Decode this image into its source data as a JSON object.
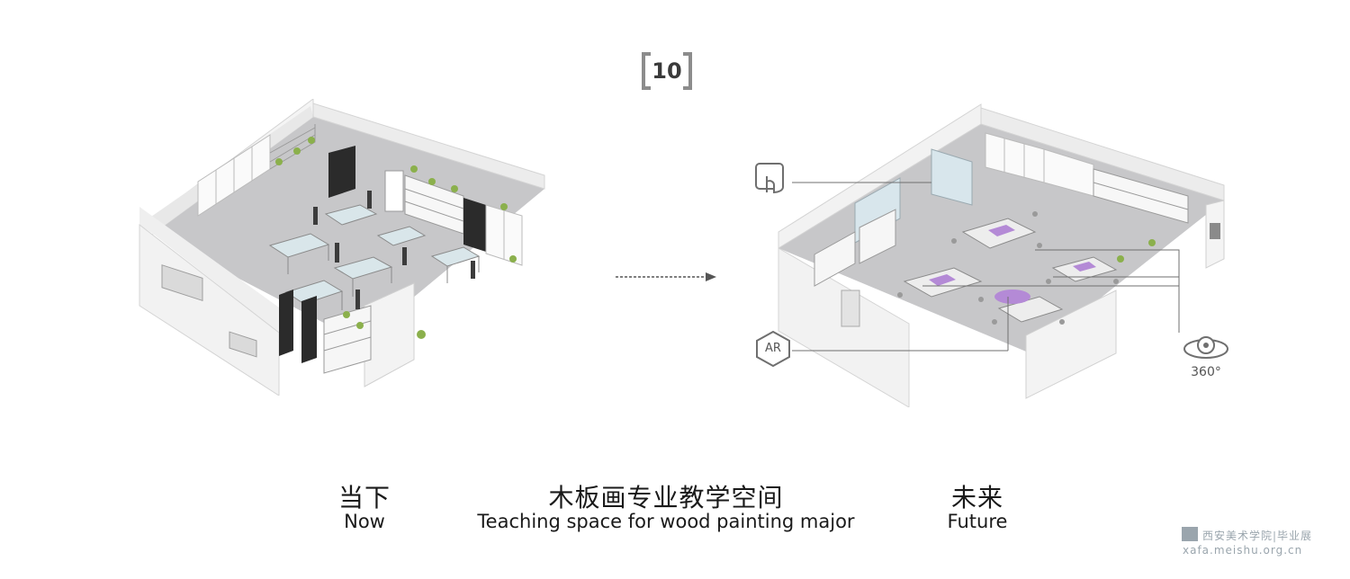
{
  "badge": {
    "number": "10"
  },
  "left": {
    "title_cn": "当下",
    "title_en": "Now"
  },
  "center": {
    "title_cn": "木板画专业教学空间",
    "title_en": "Teaching space for wood painting major"
  },
  "right": {
    "title_cn": "未来",
    "title_en": "Future"
  },
  "icons": {
    "ar_label": "AR",
    "view360_label": "360°"
  },
  "watermark": {
    "cn": "西安美术学院|毕业展",
    "url": "xafa.meishu.org.cn"
  },
  "colors": {
    "wall": "#f2f2f2",
    "wall_edge": "#d8d8d8",
    "floor": "#c9c9cb",
    "accent_purple": "#b48ad6",
    "glass": "#d8e6ec",
    "plant": "#8bb04c",
    "line": "#6f6f6f"
  }
}
